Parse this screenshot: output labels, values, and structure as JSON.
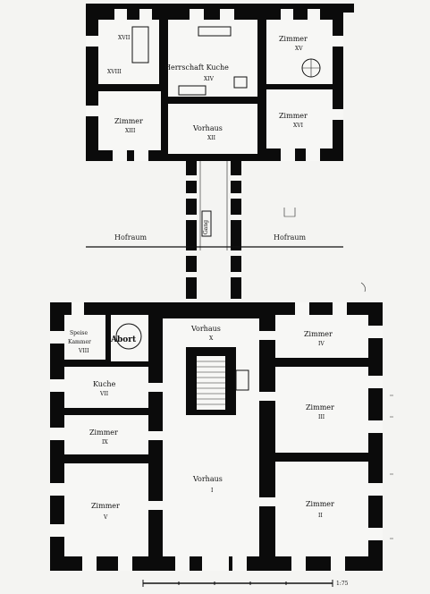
{
  "plan": {
    "rear_wing": {
      "rooms": [
        {
          "id": "xvii-a",
          "name": "",
          "number": "XVII"
        },
        {
          "id": "xviii",
          "name": "",
          "number": "XVIII"
        },
        {
          "id": "kitchen-rear",
          "name": "Herrschaft Kuche",
          "number": "XIV"
        },
        {
          "id": "room-xv",
          "name": "Zimmer",
          "number": "XV"
        },
        {
          "id": "room-xiii",
          "name": "Zimmer",
          "number": "XIII"
        },
        {
          "id": "room-xvi",
          "name": "Zimmer",
          "number": "XVI"
        },
        {
          "id": "vorhaus-xii",
          "name": "Vorhaus",
          "number": "XII"
        }
      ]
    },
    "courtyard": {
      "left": "Hofraum",
      "right": "Hofraum",
      "passage": "Gang"
    },
    "front_wing": {
      "rooms": [
        {
          "id": "speise",
          "name": "Speise",
          "name2": "Kammer",
          "number": "VIII"
        },
        {
          "id": "abort",
          "name": "Abort",
          "number": ""
        },
        {
          "id": "vorhaus-x",
          "name": "Vorhaus",
          "number": "X"
        },
        {
          "id": "room-iv",
          "name": "Zimmer",
          "number": "IV"
        },
        {
          "id": "kitchen-vii",
          "name": "Kuche",
          "number": "VII"
        },
        {
          "id": "room-iii",
          "name": "Zimmer",
          "number": "III"
        },
        {
          "id": "room-ix",
          "name": "Zimmer",
          "number": "IX"
        },
        {
          "id": "vorhaus-i",
          "name": "Vorhaus",
          "number": "I"
        },
        {
          "id": "room-v",
          "name": "Zimmer",
          "number": "V"
        },
        {
          "id": "room-ii",
          "name": "Zimmer",
          "number": "II"
        }
      ]
    },
    "scale_text": "1:75"
  }
}
